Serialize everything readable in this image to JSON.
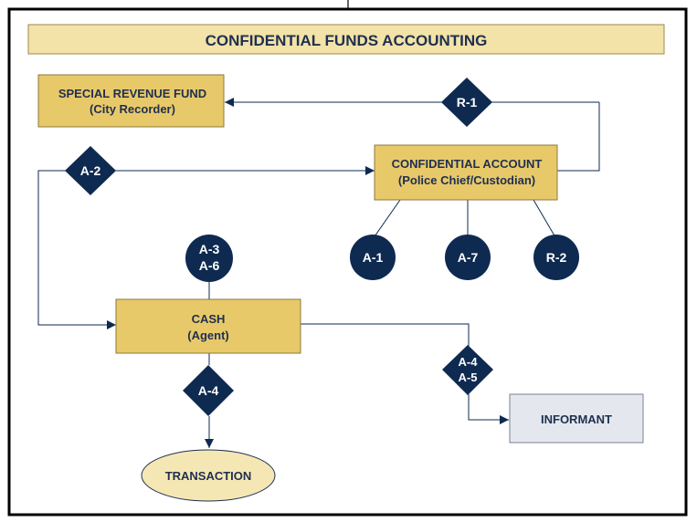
{
  "title": "CONFIDENTIAL FUNDS ACCOUNTING",
  "colors": {
    "navy": "#0e2a50",
    "box_fill": "#e8c96a",
    "box_border": "#8c7a3c",
    "title_fill": "#f3e3a8",
    "informant_fill": "#e4e8ee",
    "oval_fill": "#f5e7b4"
  },
  "nodes": {
    "special_revenue_fund": {
      "line1": "SPECIAL REVENUE FUND",
      "line2": "(City Recorder)"
    },
    "confidential_account": {
      "line1": "CONFIDENTIAL ACCOUNT",
      "line2": "(Police Chief/Custodian)"
    },
    "cash": {
      "line1": "CASH",
      "line2": "(Agent)"
    },
    "informant": {
      "line1": "INFORMANT"
    },
    "transaction": {
      "line1": "TRANSACTION"
    }
  },
  "markers": {
    "r1": "R-1",
    "a2": "A-2",
    "a1": "A-1",
    "a7": "A-7",
    "r2": "R-2",
    "a3_a6": {
      "line1": "A-3",
      "line2": "A-6"
    },
    "a4_cash": "A-4",
    "a4_a5": {
      "line1": "A-4",
      "line2": "A-5"
    }
  }
}
